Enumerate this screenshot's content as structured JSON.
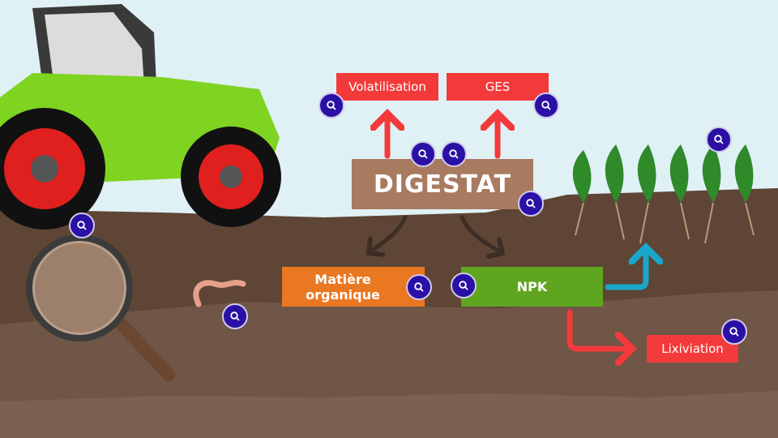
{
  "labels": {
    "volatilisation": "Volatilisation",
    "ges": "GES",
    "digestat": "DIGESTAT",
    "matiere_organique": "Matière organique",
    "npk": "NPK",
    "lixiviation": "Lixiviation"
  },
  "hotspot_icon": "magnifier-icon",
  "colors": {
    "sky": "#e0f1f6",
    "soil_dark": "#5e4535",
    "soil_mid": "#6f5646",
    "loss_red": "#f33a3a",
    "digestat_brown": "#a87a60",
    "organic_orange": "#ea7722",
    "npk_green": "#5fa51f",
    "uptake_blue": "#1aa7c9",
    "hotspot": "#2a10a5"
  }
}
